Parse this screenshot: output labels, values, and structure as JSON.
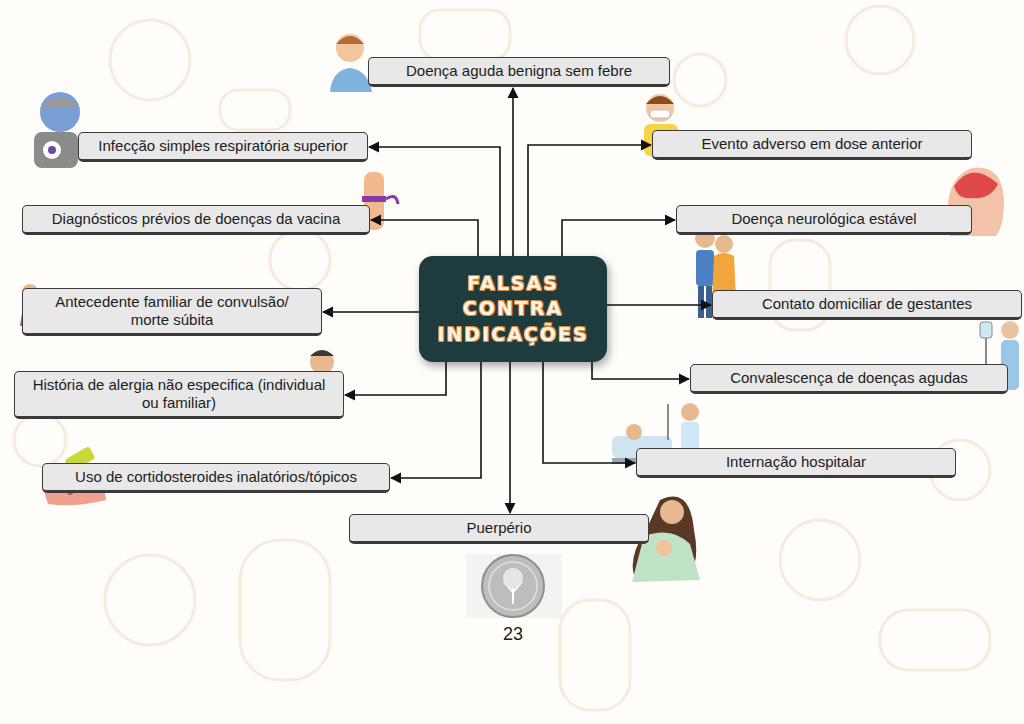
{
  "diagram": {
    "nodes": [
      {
        "text": [
          "FALSAS CONTRA INDICAÇÕES"
        ]
      },
      {
        "text": [
          "Doença aguda benigna sem febre"
        ]
      },
      {
        "text": [
          "Infecção simples respiratória superior"
        ]
      },
      {
        "text": [
          "Evento adverso em dose anterior"
        ]
      },
      {
        "text": [
          "Diagnósticos prévios de doenças da vacina"
        ]
      },
      {
        "text": [
          "Doença neurológica estável"
        ]
      },
      {
        "text": [
          "Antecedente familiar de convulsão/ morte súbita"
        ]
      },
      {
        "text": [
          "Contato domiciliar de gestantes"
        ]
      },
      {
        "text": [
          "História de alergia não especifica (individual ou familiar)"
        ]
      },
      {
        "text": [
          "Convalescença de doenças agudas"
        ]
      },
      {
        "text": [
          "Uso de cortidosteroides inalatórios/tópicos"
        ]
      },
      {
        "text": [
          "Internação hospitalar"
        ]
      },
      {
        "text": [
          "Puerpério"
        ]
      }
    ],
    "edges": [
      {
        "from": 0,
        "to": 1,
        "arrow": "to"
      },
      {
        "from": 0,
        "to": 2,
        "arrow": "to"
      },
      {
        "from": 0,
        "to": 3,
        "arrow": "to"
      },
      {
        "from": 0,
        "to": 4,
        "arrow": "to"
      },
      {
        "from": 0,
        "to": 5,
        "arrow": "to"
      },
      {
        "from": 0,
        "to": 6,
        "arrow": "to"
      },
      {
        "from": 0,
        "to": 7,
        "arrow": "to"
      },
      {
        "from": 0,
        "to": 8,
        "arrow": "to"
      },
      {
        "from": 0,
        "to": 9,
        "arrow": "to"
      },
      {
        "from": 0,
        "to": 10,
        "arrow": "to"
      },
      {
        "from": 0,
        "to": 11,
        "arrow": "to"
      },
      {
        "from": 0,
        "to": 12,
        "arrow": "to"
      }
    ],
    "labels": [
      "23"
    ]
  }
}
